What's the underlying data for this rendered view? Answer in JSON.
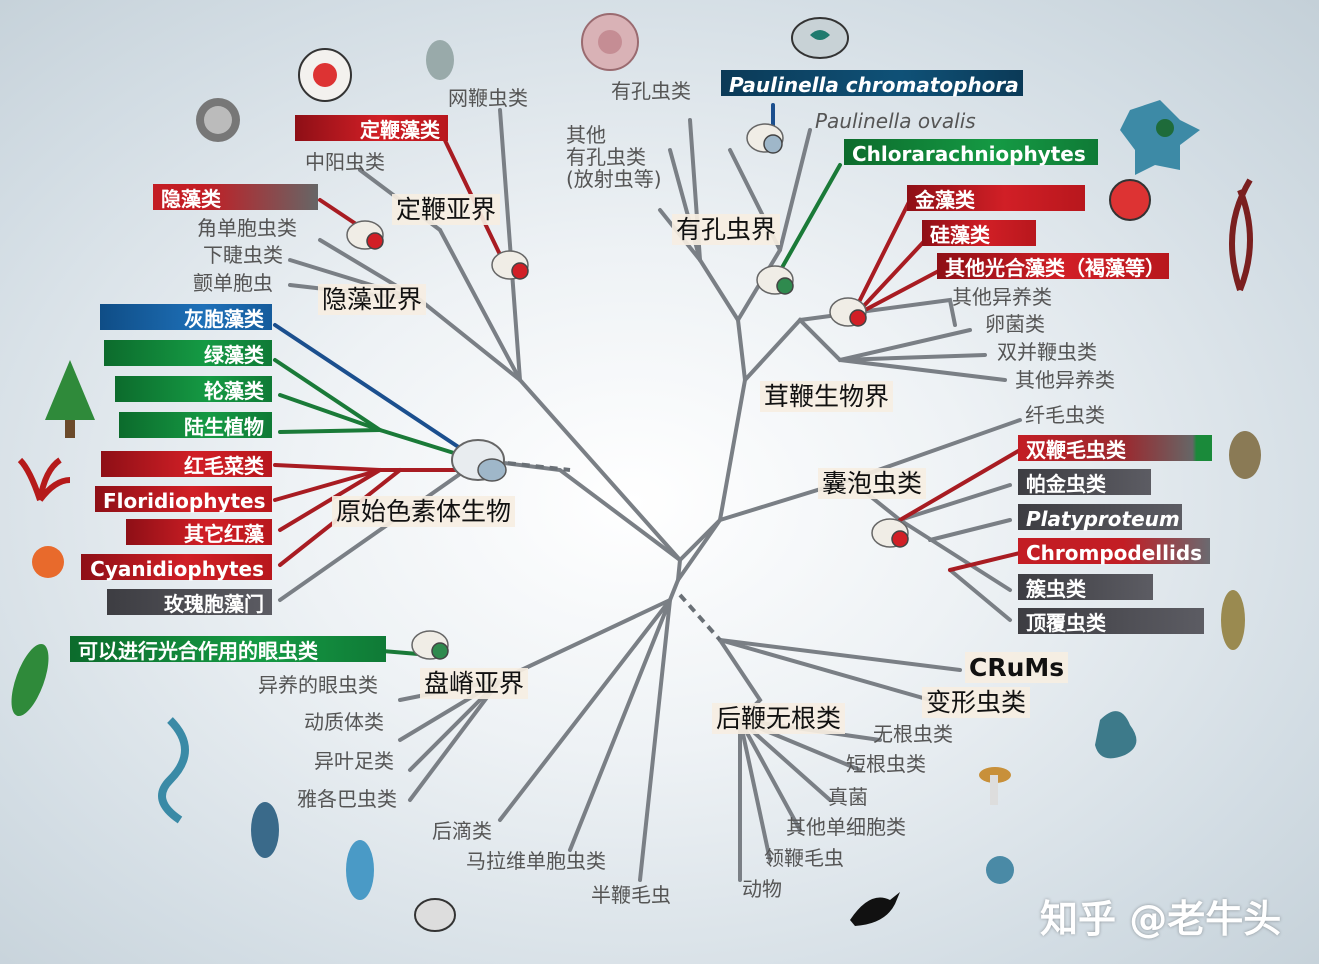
{
  "watermark": "知乎 @老牛头",
  "groups": {
    "dinoflag_kingdom": "定鞭亚界",
    "cryptista_kingdom": "隐藻亚界",
    "foraminifera_kingdom": "有孔虫界",
    "heterokont_kingdom": "茸鞭生物界",
    "alveolata": "囊泡虫类",
    "archaeplastida": "原始色素体生物",
    "discoba": "盘嵴亚界",
    "opisthokonta": "后鞭无根类",
    "crums": "CRuMs",
    "amoebozoa": "变形虫类"
  },
  "boxes": {
    "haptophyta": "定鞭藻类",
    "cryptophyta": "隐藻类",
    "glaucophyta": "灰胞藻类",
    "chlorophyta": "绿藻类",
    "charophyta": "轮藻类",
    "land_plants": "陆生植物",
    "rhodophyta": "红毛菜类",
    "floridiophytes": "Floridiophytes",
    "other_red": "其它红藻",
    "cyanidiophytes": "Cyanidiophytes",
    "rhodelphis": "玫瑰胞藻门",
    "euglena_photo": "可以进行光合作用的眼虫类",
    "paulinella_chromatophora": "Paulinella chromatophora",
    "chlorarachniophytes": "Chlorarachniophytes",
    "chrysophytes": "金藻类",
    "diatoms": "硅藻类",
    "brown_algae": "其他光合藻类（褐藻等）",
    "dinoflagellates": "双鞭毛虫类",
    "perkinsids": "帕金虫类",
    "platyproteum": "Platyproteum",
    "chrompodellids": "Chrompodellids",
    "gregarines": "簇虫类",
    "apicomplexa": "顶覆虫类"
  },
  "leaves": {
    "centrohelids": "中阳虫类",
    "telonemia": "网鞭虫类",
    "foraminifera": "有孔虫类",
    "other_rhizaria": "其他\n有孔虫类\n(放射虫等)",
    "paulinella_ovalis": "Paulinella ovalis",
    "katablepharids": "角单胞虫类",
    "picozoa": "下睫虫类",
    "palpitomonas": "颤单胞虫",
    "other_heterotrophs_1": "其他异养类",
    "oomycetes": "卵菌类",
    "bicosoecids": "双并鞭虫类",
    "other_heterotrophs_2": "其他异养类",
    "ciliates": "纤毛虫类",
    "hetero_euglena": "异养的眼虫类",
    "kinetoplastids": "动质体类",
    "heterolobosea": "异叶足类",
    "jakobids": "雅各巴虫类",
    "metamonads": "后滴类",
    "malawimonads": "马拉维单胞虫类",
    "hemimastigophora": "半鞭毛虫",
    "apusomonads": "无根虫类",
    "breviates": "短根虫类",
    "fungi": "真菌",
    "other_unicellular": "其他单细胞类",
    "choanoflagellates": "领鞭毛虫",
    "animals": "动物"
  },
  "colors": {
    "red_lineage": "#a81c22",
    "green_lineage": "#1a7a38",
    "blue_lineage": "#1b4f8e",
    "branch": "#7a7f85"
  }
}
